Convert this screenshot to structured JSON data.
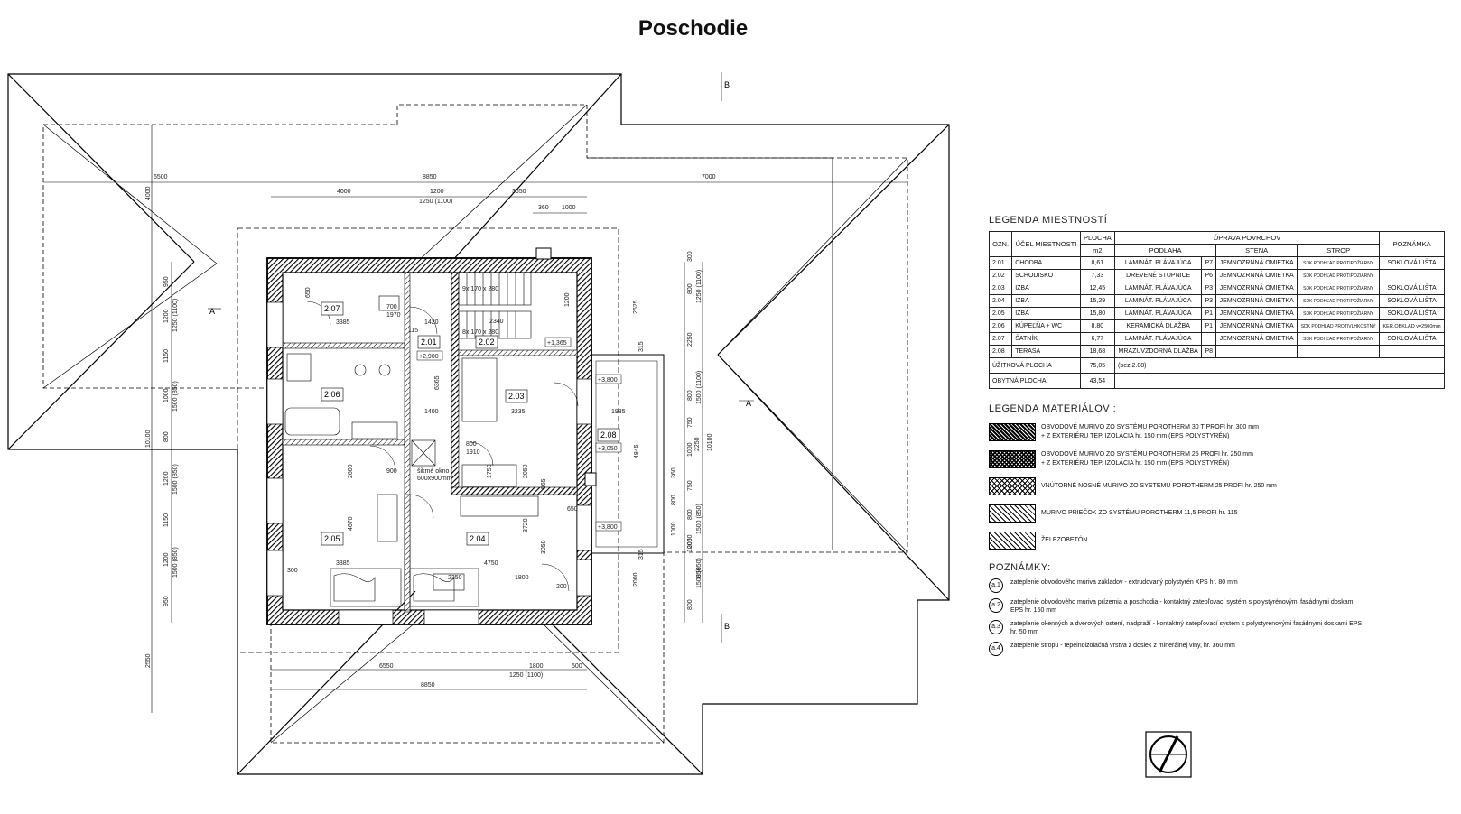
{
  "title": "Poschodie",
  "plan": {
    "rooms": [
      "2.07",
      "2.01",
      "2.02",
      "2.06",
      "2.03",
      "2.08",
      "2.05",
      "2.04"
    ],
    "levels": [
      "+2,900",
      "+1,365",
      "+3,800",
      "+3,050",
      "+3,800"
    ],
    "section_marks": [
      "A",
      "A",
      "B",
      "B"
    ],
    "dims_top": [
      "6500",
      "8850",
      "7000",
      "4000",
      "1200",
      "3650",
      "1250 (1100)",
      "360",
      "1000"
    ],
    "dims_bottom": [
      "6550",
      "1800",
      "500",
      "1250 (1100)",
      "8850"
    ],
    "dims_left": [
      "4000",
      "950",
      "1200",
      "1250 (1100)",
      "1150",
      "1000",
      "1500 (850)",
      "800",
      "10100",
      "1200",
      "1500 (850)",
      "1150",
      "1200",
      "1500 (850)",
      "950",
      "2550"
    ],
    "dims_right": [
      "300",
      "800",
      "1250 (1100)",
      "2625",
      "2250",
      "315",
      "800",
      "1500 (1100)",
      "750",
      "1000",
      "2250",
      "360",
      "750",
      "10100",
      "800",
      "1500 (850)",
      "1000",
      "800",
      "1500 (850)",
      "2050",
      "850",
      "315",
      "2000",
      "800",
      "1000"
    ],
    "dims_inner": [
      "3385",
      "1420",
      "2340",
      "3235",
      "1400",
      "1935",
      "4845",
      "4670",
      "3385",
      "4750",
      "1800",
      "2350",
      "2600",
      "650",
      "300",
      "700",
      "1970",
      "900",
      "800",
      "1910",
      "6365",
      "115",
      "2050",
      "1200",
      "3720",
      "3050",
      "1750",
      "565",
      "650",
      "200"
    ],
    "stair_labels": [
      "9x 170 x 280",
      "8x 170 x 280"
    ],
    "misc_labels": [
      "šikmé okno",
      "600x900mm"
    ]
  },
  "legend_rooms": {
    "title": "LEGENDA MIESTNOSTÍ",
    "headers": {
      "ozn": "OZN.",
      "ucel": "ÚČEL MIESTNOSTI",
      "plocha": "PLOCHA",
      "unit": "m2",
      "uprava": "ÚPRAVA POVRCHOV",
      "podlaha": "PODLAHA",
      "stena": "STENA",
      "strop": "STROP",
      "poznamka": "POZNÁMKA"
    },
    "rows": [
      {
        "ozn": "2.01",
        "ucel": "CHODBA",
        "plocha": "8,61",
        "podlaha": "LAMINÁT. PLÁVAJÚCA",
        "p": "P7",
        "stena": "JEMNOZRNNÁ OMIETKA",
        "strop": "SDK PODHĽAD PROTIPOŽIARNY",
        "poznamka": "SOKLOVÁ LIŠTA"
      },
      {
        "ozn": "2.02",
        "ucel": "SCHODISKO",
        "plocha": "7,33",
        "podlaha": "DREVENÉ STUPNICE",
        "p": "P6",
        "stena": "JEMNOZRNNÁ OMIETKA",
        "strop": "SDK PODHĽAD PROTIPOŽIARNY",
        "poznamka": ""
      },
      {
        "ozn": "2.03",
        "ucel": "IZBA",
        "plocha": "12,45",
        "podlaha": "LAMINÁT. PLÁVAJÚCA",
        "p": "P3",
        "stena": "JEMNOZRNNÁ OMIETKA",
        "strop": "SDK PODHĽAD PROTIPOŽIARNY",
        "poznamka": "SOKLOVÁ LIŠTA"
      },
      {
        "ozn": "2.04",
        "ucel": "IZBA",
        "plocha": "15,29",
        "podlaha": "LAMINÁT. PLÁVAJÚCA",
        "p": "P3",
        "stena": "JEMNOZRNNÁ OMIETKA",
        "strop": "SDK PODHĽAD PROTIPOŽIARNY",
        "poznamka": "SOKLOVÁ LIŠTA"
      },
      {
        "ozn": "2.05",
        "ucel": "IZBA",
        "plocha": "15,80",
        "podlaha": "LAMINÁT. PLÁVAJÚCA",
        "p": "P1",
        "stena": "JEMNOZRNNÁ OMIETKA",
        "strop": "SDK PODHĽAD PROTIPOŽIARNY",
        "poznamka": "SOKLOVÁ LIŠTA"
      },
      {
        "ozn": "2.06",
        "ucel": "KÚPEĽŇA + WC",
        "plocha": "8,80",
        "podlaha": "KERAMICKÁ DLAŽBA",
        "p": "P1",
        "stena": "JEMNOZRNNÁ OMIETKA",
        "strop": "SDK PODHĽAD PROTIVLHKOSTNÝ",
        "poznamka": "KER.OBKLAD v=2500mm"
      },
      {
        "ozn": "2.07",
        "ucel": "ŠATNÍK",
        "plocha": "6,77",
        "podlaha": "LAMINÁT. PLÁVAJÚCA",
        "p": "",
        "stena": "JEMNOZRNNÁ OMIETKA",
        "strop": "SDK PODHĽAD PROTIPOŽIARNY",
        "poznamka": "SOKLOVÁ LIŠTA"
      },
      {
        "ozn": "2.08",
        "ucel": "TERASA",
        "plocha": "18,68",
        "podlaha": "MRAZUVZDORNÁ DLAŽBA",
        "p": "P8",
        "stena": "",
        "strop": "",
        "poznamka": ""
      }
    ],
    "summary": [
      {
        "label": "ÚŽITKOVÁ PLOCHA",
        "value": "75,05",
        "note": "(bez 2.08)"
      },
      {
        "label": "OBYTNÁ PLOCHA",
        "value": "43,54",
        "note": ""
      }
    ]
  },
  "legend_materials": {
    "title": "LEGENDA MATERIÁLOV :",
    "items": [
      "OBVODOVÉ MURIVO ZO SYSTÉMU POROTHERM 30 T PROFI hr. 300 mm\n+ Z EXTERIÉRU TEP. IZOLÁCIA hr. 150 mm (EPS POLYSTYRÉN)",
      "OBVODOVÉ MURIVO ZO SYSTÉMU POROTHERM 25 PROFI hr. 250 mm\n+ Z EXTERIÉRU TEP. IZOLÁCIA hr. 150 mm (EPS POLYSTYRÉN)",
      "VNÚTORNÉ NOSNÉ MURIVO ZO SYSTÉMU POROTHERM 25 PROFI hr. 250 mm",
      "MURIVO PRIEČOK ZO SYSTÉMU POROTHERM 11,5 PROFI  hr. 115",
      "ŽELEZOBETÓN"
    ]
  },
  "notes": {
    "title": "POZNÁMKY:",
    "items": [
      {
        "id": "a.1",
        "text": "zateplenie obvodového muriva základov - extrudovaný polystyrén XPS hr. 80 mm"
      },
      {
        "id": "a.2",
        "text": "zateplenie obvodového muriva prízemia a poschodia - kontaktný zatepľovací systém s polystyrénovými fasádnymi doskami EPS hr. 150 mm"
      },
      {
        "id": "a.3",
        "text": "zateplenie okenných a dverových ostení, nadpraží - kontaktný zatepľovací systém s polystyrénovými fasádnymi doskami EPS hr. 50 mm"
      },
      {
        "id": "a.4",
        "text": "zateplenie stropu - tepelnoizolačná vrstva z dosiek z minerálnej vlny, hr. 360 mm"
      }
    ]
  }
}
